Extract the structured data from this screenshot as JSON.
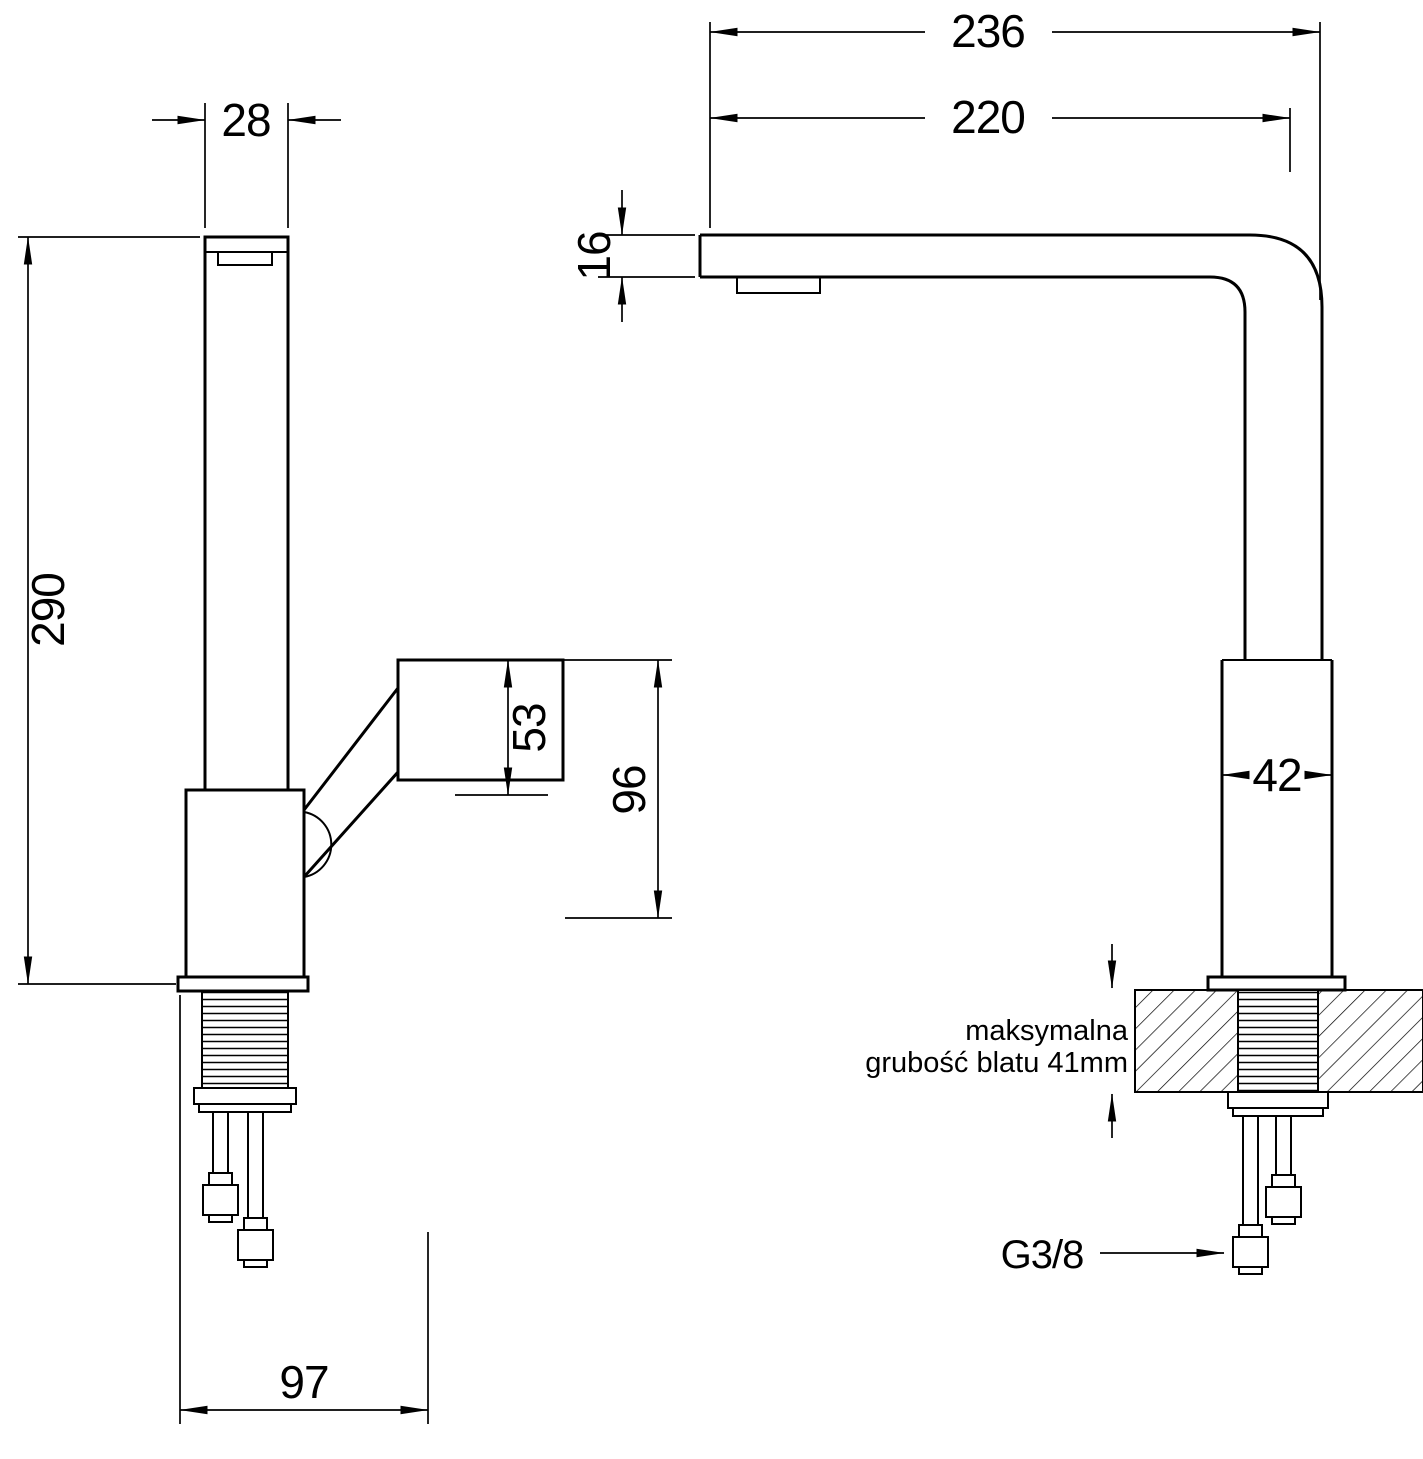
{
  "drawing": {
    "colors": {
      "line": "#000000",
      "background": "#ffffff"
    },
    "side_view": {
      "spout_width": "28",
      "total_height": "290",
      "handle_offset": "53",
      "handle_height": "96",
      "base_depth": "97"
    },
    "front_view": {
      "total_reach": "236",
      "spout_reach": "220",
      "spout_thickness": "16",
      "body_width": "42",
      "connection_thread": "G3/8"
    },
    "countertop_note": {
      "line1": "maksymalna",
      "line2": "grubość blatu 41mm"
    }
  }
}
